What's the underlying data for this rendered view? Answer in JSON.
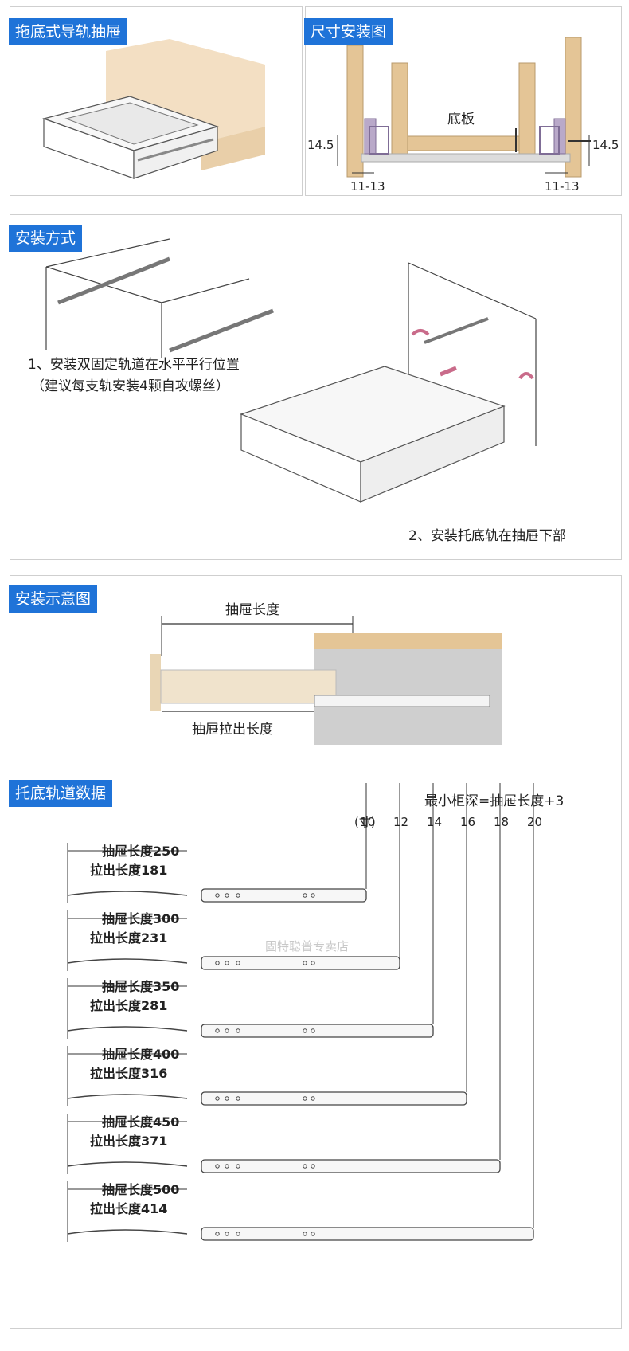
{
  "sections": {
    "drawer_type": {
      "title": "拖底式导轨抽屉"
    },
    "dimension": {
      "title": "尺寸安装图",
      "base_label": "底板",
      "height_left": "14.5",
      "height_right": "14.5",
      "gap_left": "11-13",
      "gap_right": "11-13"
    },
    "install_method": {
      "title": "安装方式",
      "step1_line1": "1、安装双固定轨道在水平平行位置",
      "step1_line2": "（建议每支轨安装4颗自攻螺丝）",
      "step2": "2、安装托底轨在抽屉下部"
    },
    "install_diagram": {
      "title": "安装示意图",
      "drawer_length": "抽屉长度",
      "pull_length": "抽屉拉出长度"
    },
    "rail_data": {
      "title": "托底轨道数据",
      "formula": "最小柜深=抽屉长度+3",
      "unit": "(寸)",
      "sizes": [
        "10",
        "12",
        "14",
        "16",
        "18",
        "20"
      ],
      "watermark": "固特聪普专卖店",
      "rows": [
        {
          "drawer": "抽屉长度250",
          "pull": "拉出长度181",
          "inch": 10
        },
        {
          "drawer": "抽屉长度300",
          "pull": "拉出长度231",
          "inch": 12
        },
        {
          "drawer": "抽屉长度350",
          "pull": "拉出长度281",
          "inch": 14
        },
        {
          "drawer": "抽屉长度400",
          "pull": "拉出长度316",
          "inch": 16
        },
        {
          "drawer": "抽屉长度450",
          "pull": "拉出长度371",
          "inch": 18
        },
        {
          "drawer": "抽屉长度500",
          "pull": "拉出长度414",
          "inch": 20
        }
      ]
    }
  },
  "colors": {
    "tag": "#1f73d8",
    "wood": "#e4c596",
    "metal": "#b9a9c9",
    "base": "#dcdcdc"
  }
}
